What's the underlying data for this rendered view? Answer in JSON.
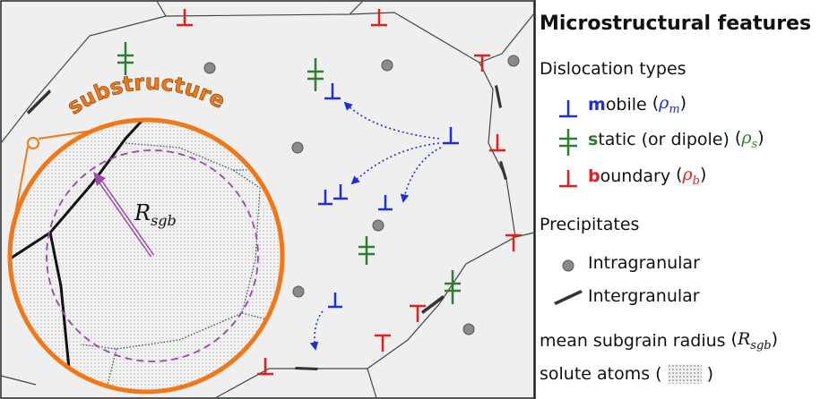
{
  "legend": {
    "title": "Microstructural features",
    "dislocation_types_heading": "Dislocation types",
    "mobile": {
      "first": "m",
      "rest": "obile",
      "paren_open": "(",
      "symbol": "ρ",
      "sub": "m",
      "paren_close": ")",
      "color": "#1f2fd1"
    },
    "static": {
      "first": "s",
      "rest": "tatic (or dipole)",
      "paren_open": "(",
      "symbol": "ρ",
      "sub": "s",
      "paren_close": ")",
      "color": "#2e7d32"
    },
    "boundary": {
      "first": "b",
      "rest": "oundary",
      "paren_open": "(",
      "symbol": "ρ",
      "sub": "b",
      "paren_close": ")",
      "color": "#e02020"
    },
    "precipitates_heading": "Precipitates",
    "intragranular": "Intragranular",
    "intergranular": "Intergranular",
    "subgrain_label": "mean subgrain radius",
    "subgrain_symbol": "R",
    "subgrain_sub": "sgb",
    "solute_label": "solute atoms (",
    "solute_close": ")"
  },
  "diagram": {
    "substructure_label": "substructure",
    "radius_label": "R",
    "radius_sub": "sgb",
    "accent_color": "#f07818",
    "subgrain_color": "#9a4aa8",
    "precipitate_color": "#8a8a8a"
  }
}
